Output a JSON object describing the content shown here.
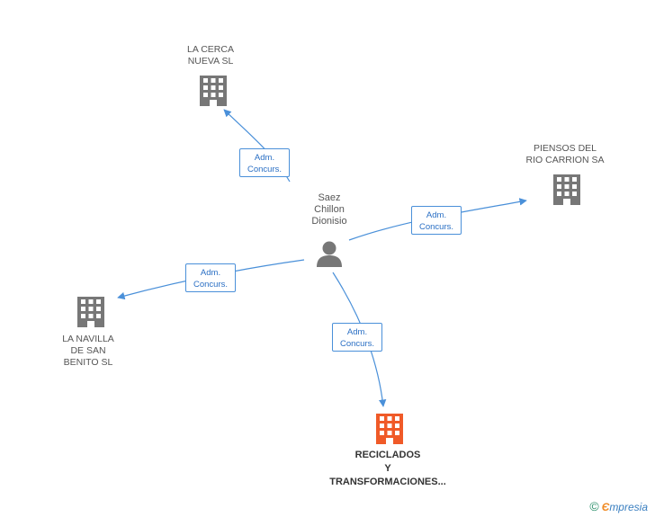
{
  "person": {
    "name": "Saez\nChillon\nDionisio",
    "icon": "person-icon"
  },
  "companies": [
    {
      "id": "la-cerca",
      "name": "LA CERCA\nNUEVA SL",
      "icon": "building-icon",
      "color": "#777777"
    },
    {
      "id": "piensos",
      "name": "PIENSOS DEL\nRIO CARRION SA",
      "icon": "building-icon",
      "color": "#777777"
    },
    {
      "id": "la-navilla",
      "name": "LA NAVILLA\nDE SAN\nBENITO SL",
      "icon": "building-icon",
      "color": "#777777"
    },
    {
      "id": "reciclados",
      "name": "RECICLADOS\nY\nTRANSFORMACIONES...",
      "icon": "building-icon",
      "color": "#f05a28"
    }
  ],
  "relations": [
    {
      "to": "la-cerca",
      "line1": "Adm.",
      "line2": "Concurs."
    },
    {
      "to": "piensos",
      "line1": "Adm.",
      "line2": "Concurs."
    },
    {
      "to": "la-navilla",
      "line1": "Adm.",
      "line2": "Concurs."
    },
    {
      "to": "reciclados",
      "line1": "Adm.",
      "line2": "Concurs."
    }
  ],
  "edge_color": "#4a90d9",
  "watermark": {
    "symbol": "©",
    "e": "Є",
    "rest": "mpresia"
  }
}
